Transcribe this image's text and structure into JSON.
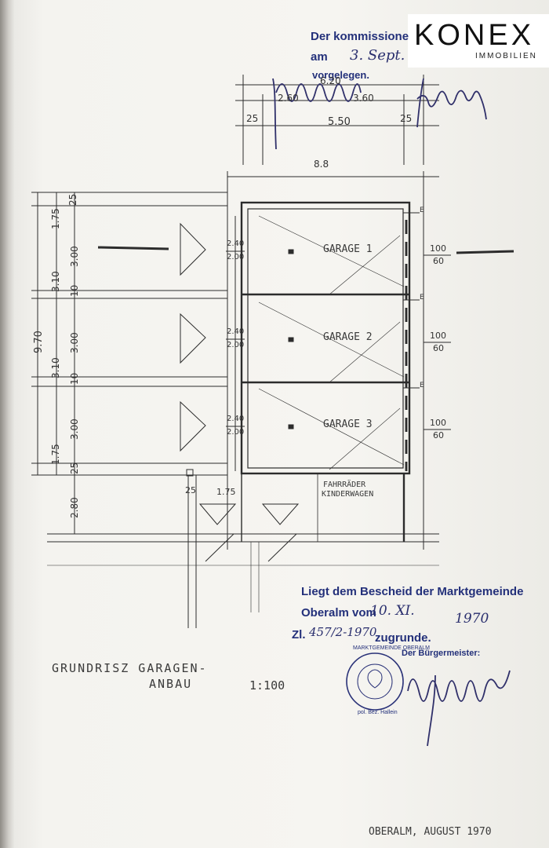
{
  "branding": {
    "logo_text": "KONEX",
    "logo_sub": "IMMOBILIEN"
  },
  "top_stamp": {
    "line1": "Der kommissione",
    "line2_prefix": "am",
    "line2_date": "3. Sept.",
    "line3": "vorgelegen."
  },
  "top_dimensions": {
    "d1": "6.20",
    "d2": "2.60",
    "d3": "3.60",
    "d4": "25",
    "d5": "5.50",
    "d6": "25",
    "width_label": "8.8"
  },
  "left_dimensions": {
    "total": "9.70",
    "s1": "25",
    "s2": "1.75",
    "s3": "3.00",
    "s4": "3.10",
    "s5": "10",
    "s6": "3.00",
    "s7": "3.10",
    "s8": "10",
    "s9": "3.00",
    "s10": "1.75",
    "s11": "25",
    "s12": "2.80"
  },
  "garages": [
    {
      "label": "GARAGE 1",
      "door": "2.40\n2.00",
      "window": "100\n60"
    },
    {
      "label": "GARAGE 2",
      "door": "2.40\n2.00",
      "window": "100\n60"
    },
    {
      "label": "GARAGE 3",
      "door": "2.40\n2.00",
      "window": "100\n60"
    }
  ],
  "door_labels": {
    "g1_top": "2.40",
    "g1_bottom": "2.00",
    "g2_top": "2.40",
    "g2_bottom": "2.00",
    "g3_top": "2.40",
    "g3_bottom": "2.00",
    "w1_top": "100",
    "w1_bottom": "60",
    "w2_top": "100",
    "w2_bottom": "60",
    "w3_top": "100",
    "w3_bottom": "60"
  },
  "bottom_dims": {
    "a": "25",
    "b": "1.75"
  },
  "annex_label": {
    "line1": "FAHRRÄDER",
    "line2": "KINDERWAGEN"
  },
  "marker_e": "E",
  "bescheid_stamp": {
    "line1": "Liegt dem Bescheid der Marktgemeinde",
    "line2_prefix": "Oberalm vom",
    "line2_date": "10. XI.",
    "line2_year": "1970",
    "line3_prefix": "Zl.",
    "line3_number": "457/2-1970",
    "line3_suffix": "zugrunde.",
    "line4": "Der Bürgermeister:",
    "seal_text": "MARKTGEMEINDE OBERALM",
    "seal_sub": "pol. Bez. Hallein"
  },
  "title": {
    "line1": "GRUNDRISZ GARAGEN-",
    "line2": "ANBAU",
    "scale": "1:100"
  },
  "footer_note": "OBERALM, AUGUST 1970",
  "colors": {
    "stamp_blue": "#23307a",
    "pencil": "#2c2c2c",
    "paper": "#f4f3ef"
  }
}
